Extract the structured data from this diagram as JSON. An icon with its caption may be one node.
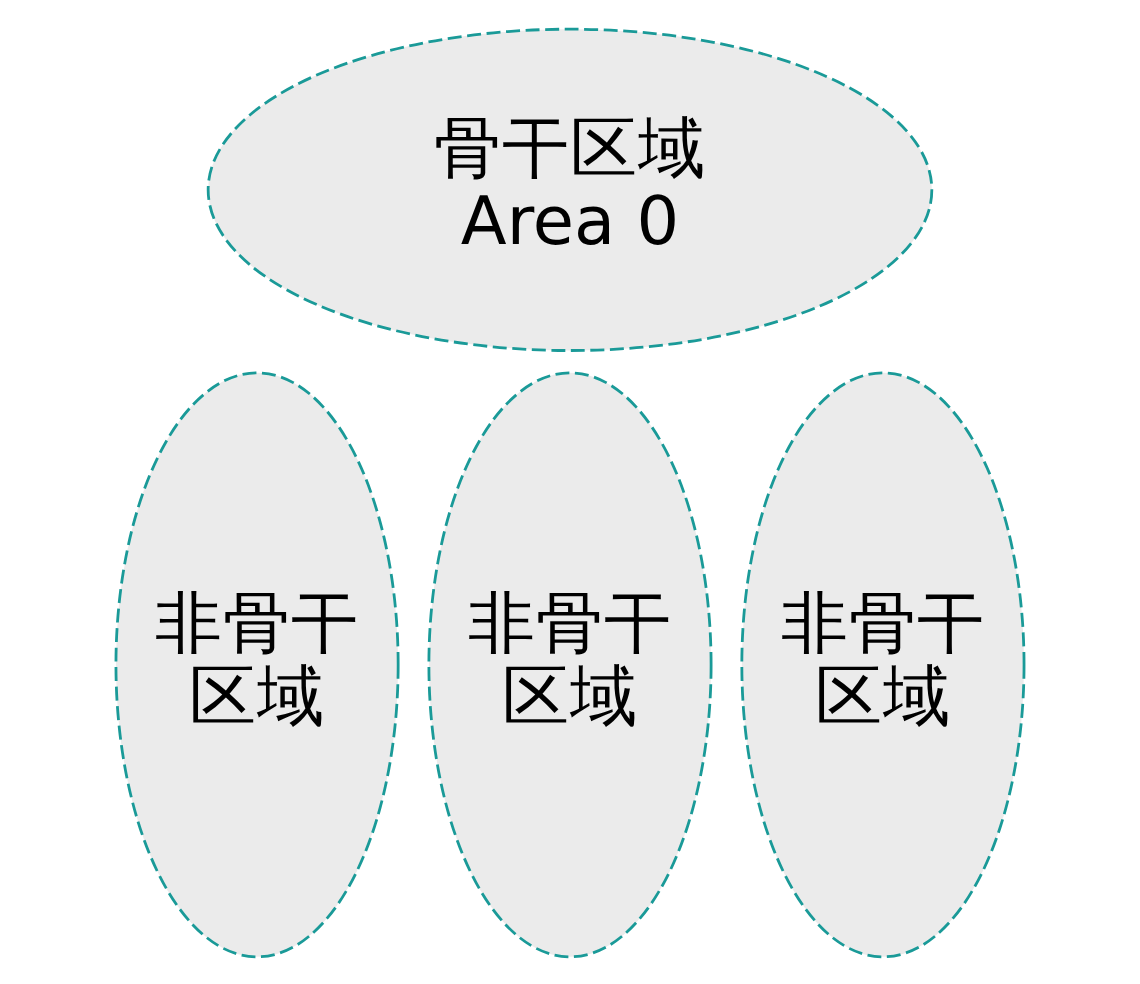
{
  "diagram": {
    "nodes": [
      {
        "text": [
          "骨干区域",
          "Area 0"
        ]
      },
      {
        "text": [
          "非骨干区域"
        ]
      },
      {
        "text": [
          "非骨干区域"
        ]
      },
      {
        "text": [
          "非骨干区域"
        ]
      }
    ]
  }
}
